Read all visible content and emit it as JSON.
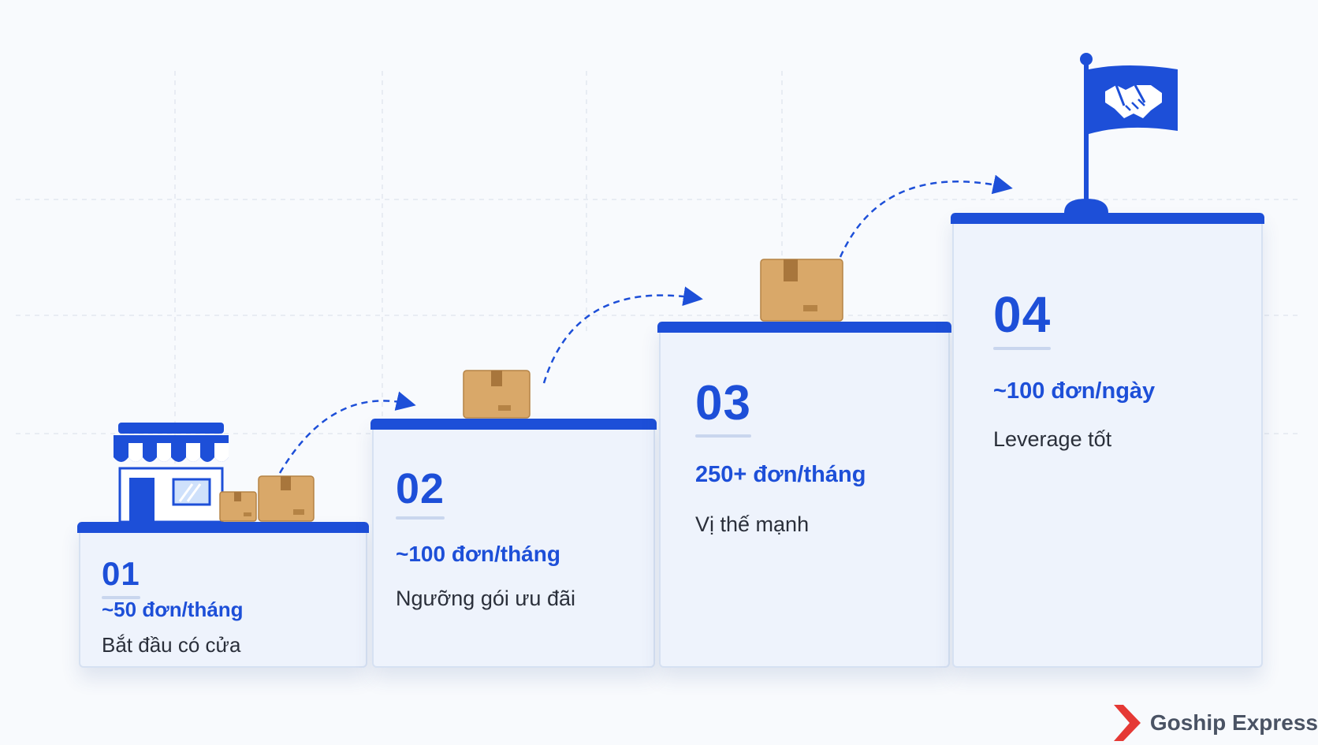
{
  "steps": [
    {
      "number": "01",
      "rate": "~50 đơn/tháng",
      "desc": "Bắt đầu có cửa"
    },
    {
      "number": "02",
      "rate": "~100 đơn/tháng",
      "desc": "Ngưỡng gói ưu đãi"
    },
    {
      "number": "03",
      "rate": "250+ đơn/tháng",
      "desc": "Vị thế mạnh"
    },
    {
      "number": "04",
      "rate": "~100 đơn/ngày",
      "desc": "Leverage tốt"
    }
  ],
  "brand": {
    "name": "Goship Express"
  },
  "icons": [
    "store-icon",
    "package-box-icon",
    "handshake-icon",
    "flag-icon",
    "dashed-arrow-icon",
    "chevron-logo-icon"
  ],
  "colors": {
    "accent": "#1d4fd8",
    "box": "#d9a869",
    "brand_red": "#e53935",
    "text": "#2a2f3a"
  }
}
